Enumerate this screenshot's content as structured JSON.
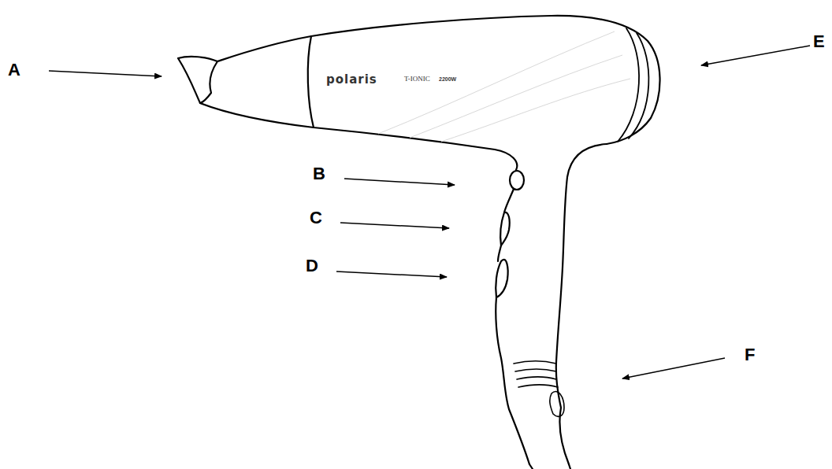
{
  "diagram": {
    "labels": [
      "A",
      "B",
      "C",
      "D",
      "E",
      "F",
      "polaris",
      "T-IONIC",
      "2200W"
    ]
  }
}
